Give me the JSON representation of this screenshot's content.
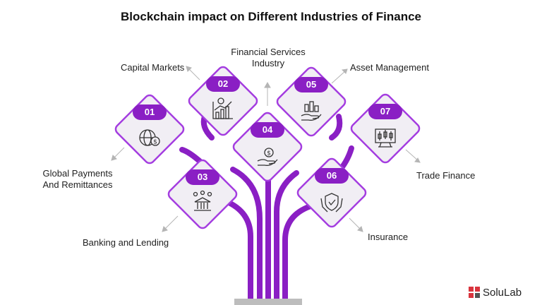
{
  "title": "Blockchain impact on Different Industries of Finance",
  "colors": {
    "accent": "#8a1fc4",
    "accent_light": "#a43de0",
    "card": "#f1eef4",
    "arrow": "#b5b5b5",
    "base": "#bdbdbd",
    "logo_red": "#d9343d"
  },
  "items": [
    {
      "number": "01",
      "label": "Global Payments\nAnd Remittances",
      "icon": "globe-dollar-icon"
    },
    {
      "number": "02",
      "label": "Capital Markets",
      "icon": "growth-chart-icon"
    },
    {
      "number": "03",
      "label": "Banking and Lending",
      "icon": "bank-icon"
    },
    {
      "number": "04",
      "label": "Financial Services\nIndustry",
      "icon": "hand-coin-icon"
    },
    {
      "number": "05",
      "label": "Asset Management",
      "icon": "hand-stack-icon"
    },
    {
      "number": "06",
      "label": "Insurance",
      "icon": "shield-hands-icon"
    },
    {
      "number": "07",
      "label": "Trade Finance",
      "icon": "candlestick-monitor-icon"
    }
  ],
  "logo": {
    "text": "SoluLab",
    "icon": "solulab-logo-icon"
  }
}
